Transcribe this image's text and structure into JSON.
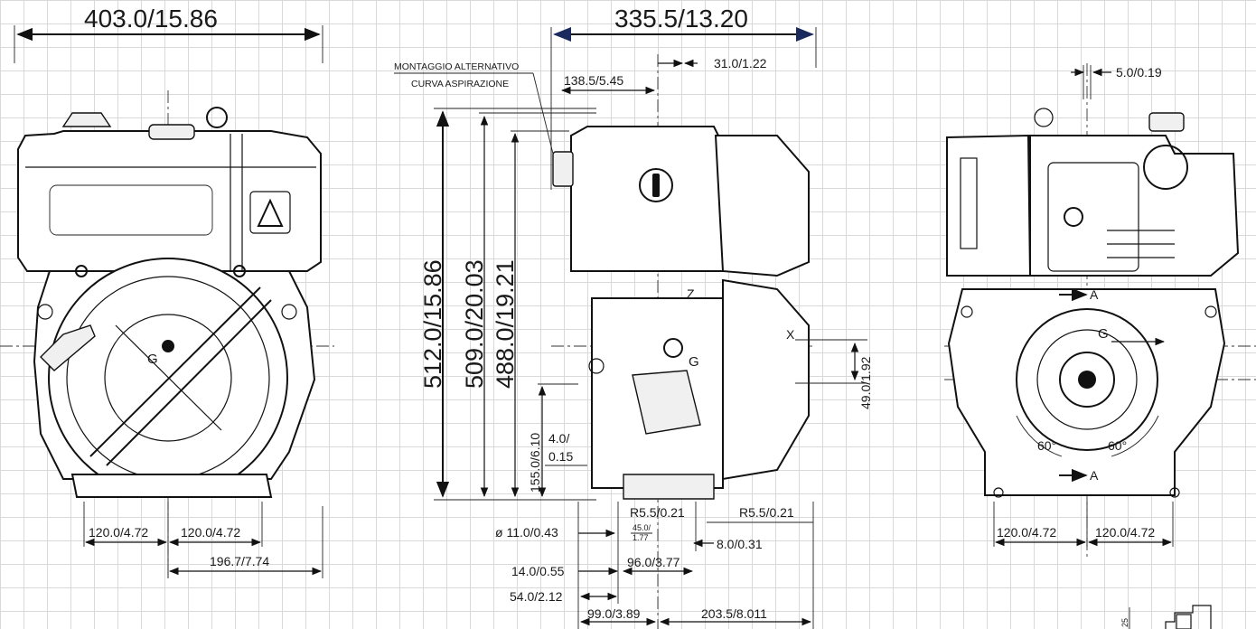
{
  "front_view": {
    "overall_width": "403.0/15.86",
    "half_width_left": "120.0/4.72",
    "half_width_right": "120.0/4.72",
    "offset": "196.7/7.74",
    "cog_label": "G"
  },
  "side_view": {
    "overall_length": "335.5/13.20",
    "shaft_offset": "31.0/1.22",
    "intake_distance": "138.5/5.45",
    "note_line1": "MONTAGGIO ALTERNATIVO",
    "note_line2": "CURVA ASPIRAZIONE",
    "height_total": "512.0/15.86",
    "height_2": "509.0/20.03",
    "height_3": "488.0/19.21",
    "shaft_height": "155.0/6.10",
    "keyway_top": "4.0/",
    "keyway_bottom": "0.15",
    "shaft_drop": "49.0/1.92",
    "radius_left": "R5.5/0.21",
    "radius_right": "R5.5/0.21",
    "small_top": "45.0/",
    "small_bottom": "1.77",
    "hole_diameter": "ø 11.0/0.43",
    "dim_8": "8.0/0.31",
    "dim_14": "14.0/0.55",
    "dim_96": "96.0/3.77",
    "dim_54": "54.0/2.12",
    "dim_99": "99.0/3.89",
    "dim_203": "203.5/8.011",
    "cog_label": "G",
    "axis_x": "X",
    "axis_z": "Z"
  },
  "rear_view": {
    "offset_top": "5.0/0.19",
    "half_width_left": "120.0/4.72",
    "half_width_right": "120.0/4.72",
    "angle_left": "60°",
    "angle_right": "60°",
    "cog_label": "G",
    "section_top": "A",
    "section_bottom": "A"
  },
  "corner_fragment": {
    "tiny_label": "25"
  },
  "colors": {
    "lines": "#111111",
    "grid": "#d9d9d9",
    "arrow_accent": "#1b2a5c"
  }
}
